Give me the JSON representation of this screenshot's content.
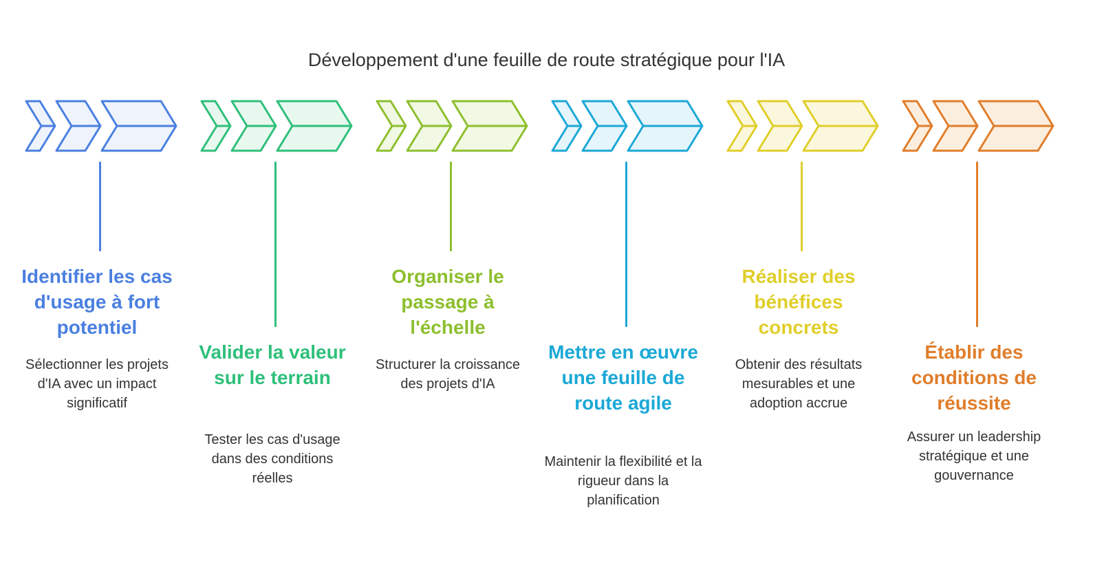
{
  "title": "Développement d'une feuille de route stratégique pour l'IA",
  "steps": [
    {
      "title": "Identifier les cas d'usage à fort potentiel",
      "description": "Sélectionner les projets d'IA avec un impact significatif",
      "color": "#4A7FE0",
      "fill": "#EEF3FC"
    },
    {
      "title": "Valider la valeur sur le terrain",
      "description": "Tester les cas d'usage dans des conditions réelles",
      "color": "#2EBF7A",
      "fill": "#E8F8EF"
    },
    {
      "title": "Organiser le passage à l'échelle",
      "description": "Structurer la croissance des projets d'IA",
      "color": "#8DBF2E",
      "fill": "#F1F8E3"
    },
    {
      "title": "Mettre en œuvre une feuille de route agile",
      "description": "Maintenir la flexibilité et la rigueur dans la planification",
      "color": "#1BA8D6",
      "fill": "#E5F5FC"
    },
    {
      "title": "Réaliser des bénéfices concrets",
      "description": "Obtenir des résultats mesurables et une adoption accrue",
      "color": "#E0CE2A",
      "fill": "#FBF7DC"
    },
    {
      "title": "Établir des conditions de réussite",
      "description": "Assurer un leadership stratégique et une gouvernance",
      "color": "#E07D2A",
      "fill": "#FCEEDF"
    }
  ]
}
